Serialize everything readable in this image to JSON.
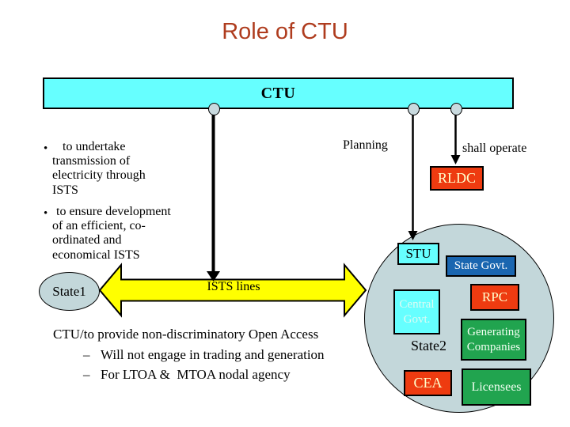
{
  "slide": {
    "title": "Role of CTU"
  },
  "banner": {
    "label": "CTU"
  },
  "bullets": {
    "marker": "•",
    "b1": {
      "lines": [
        "to undertake",
        "transmission of",
        "electricity through",
        "ISTS"
      ]
    },
    "b2": {
      "lines": [
        "to ensure development",
        "of an efficient, co-",
        "ordinated and",
        "economical ISTS"
      ]
    }
  },
  "labels": {
    "planning": "Planning",
    "shall_operate": "shall operate",
    "ists_lines": "ISTS lines",
    "state1": "State1",
    "state2": "State2"
  },
  "nodes": {
    "rldc": "RLDC",
    "stu": "STU",
    "state_govt": "State Govt.",
    "central_govt": {
      "line1": "Central",
      "line2": "Govt."
    },
    "rpc": "RPC",
    "generating": {
      "line1": "Generating",
      "line2": "Companies"
    },
    "cea": "CEA",
    "licensees": "Licensees"
  },
  "footer": {
    "heading": "CTU/to provide non-discriminatory Open Access",
    "dash": "–",
    "items": [
      "Will not engage in trading and generation",
      "For LTOA &  MTOA nodal agency"
    ]
  },
  "colors": {
    "title": "#AF3C1E",
    "cyan": "#66FFFF",
    "red": "#EE3B10",
    "cream": "#FFFFCC",
    "green": "#21A44F",
    "blue": "#1A66B0",
    "yellow": "#FFFF00",
    "zone": "#C3D7DA",
    "outline": "#000000"
  }
}
